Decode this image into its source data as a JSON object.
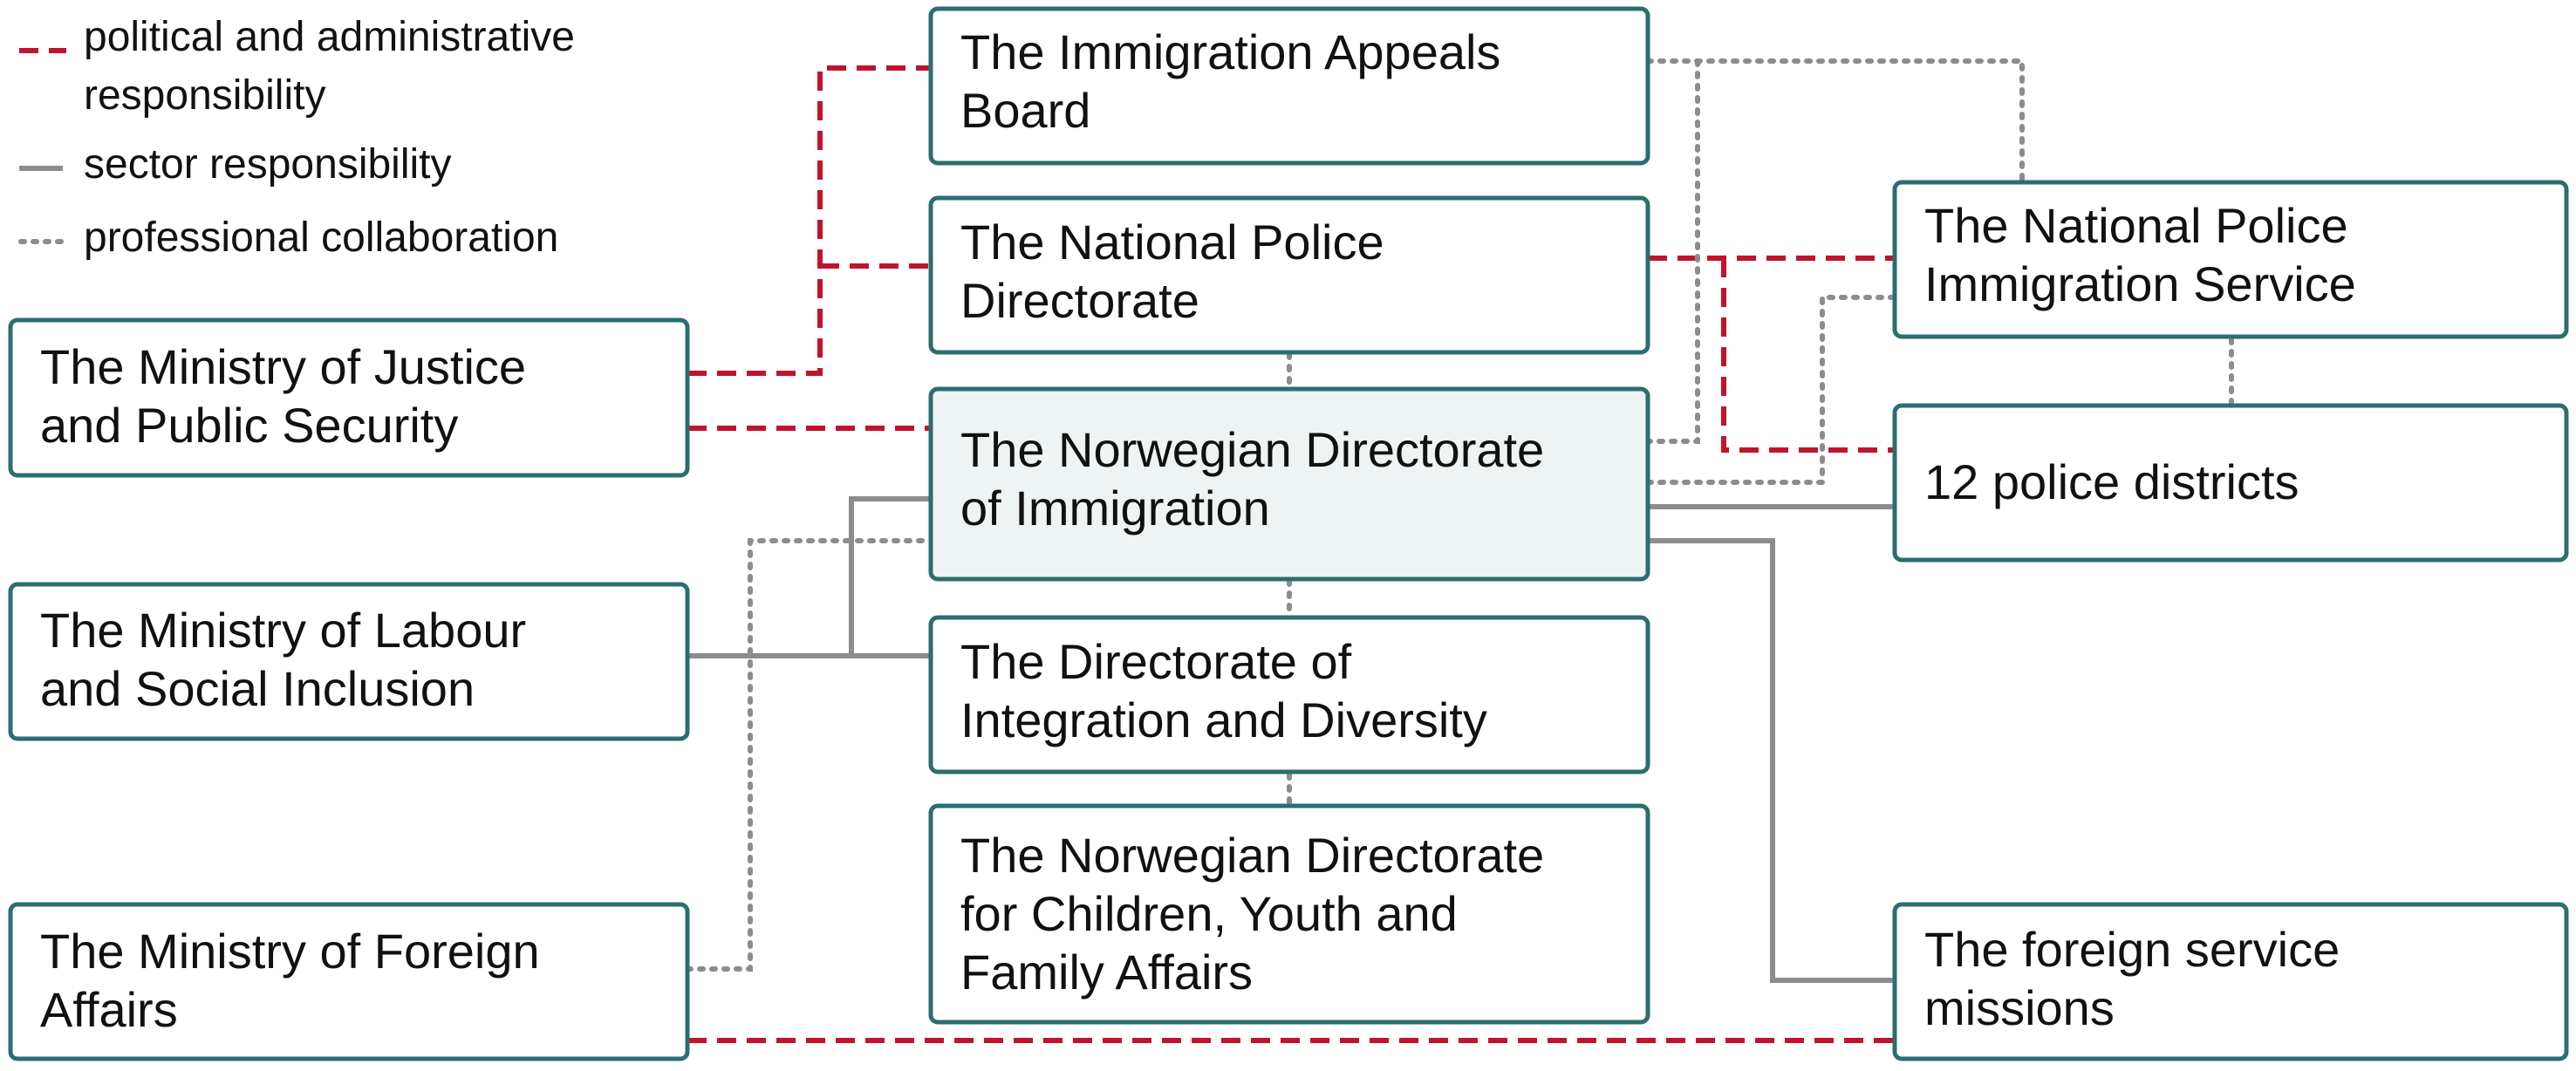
{
  "legend": {
    "political": [
      "political and administrative",
      "responsibility"
    ],
    "sector": [
      "sector responsibility"
    ],
    "professional": [
      "professional collaboration"
    ]
  },
  "colors": {
    "political": "#c0142e",
    "sector": "#8c8c8c",
    "professional": "#8c8c8c",
    "box_border": "#2b6e6e",
    "highlight_fill": "#eef3f3"
  },
  "boxes": {
    "mjps": [
      "The Ministry of Justice",
      "and Public Security"
    ],
    "mlsi": [
      "The Ministry of Labour",
      "and Social Inclusion"
    ],
    "mfa": [
      "The Ministry of Foreign",
      "Affairs"
    ],
    "iab": [
      "The Immigration Appeals",
      "Board"
    ],
    "npd": [
      "The National Police",
      "Directorate"
    ],
    "udi": [
      "The Norwegian Directorate",
      "of Immigration"
    ],
    "imdi": [
      "The Directorate of",
      "Integration and Diversity"
    ],
    "bufdir": [
      "The Norwegian Directorate",
      "for Children, Youth and",
      "Family Affairs"
    ],
    "npis": [
      "The National Police",
      "Immigration Service"
    ],
    "districts": [
      "12 police districts"
    ],
    "missions": [
      "The foreign service",
      "missions"
    ]
  }
}
